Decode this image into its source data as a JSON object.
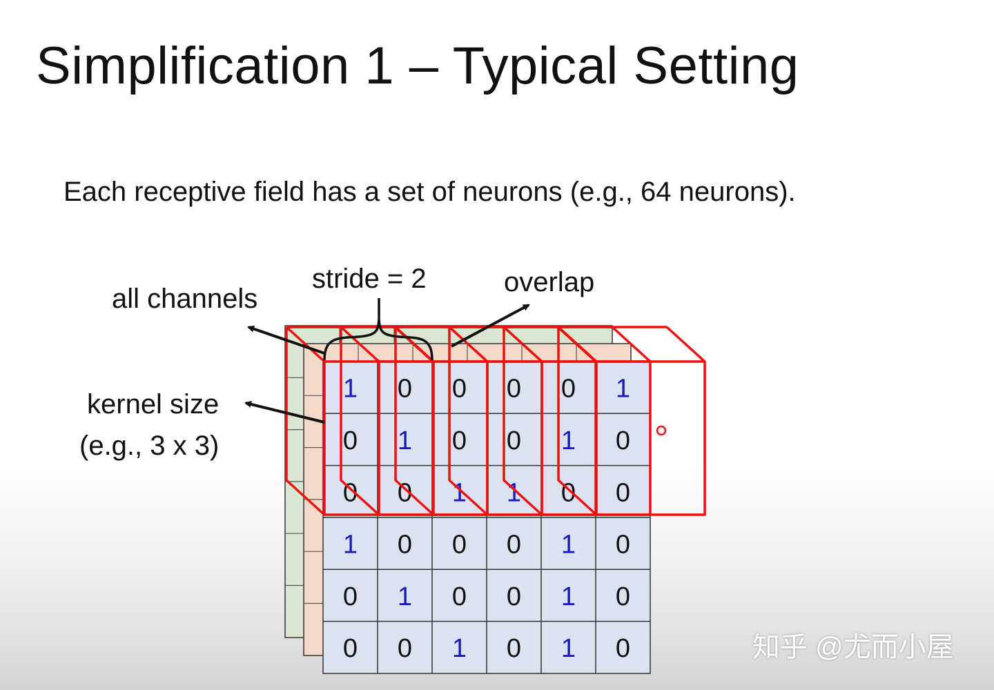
{
  "slide": {
    "title": "Simplification 1 – Typical Setting",
    "subtitle": "Each receptive field has a set of neurons (e.g., 64 neurons)."
  },
  "labels": {
    "stride": "stride = 2",
    "overlap": "overlap",
    "all_channels": "all channels",
    "kernel_size": "kernel size",
    "kernel_example": "(e.g., 3 x 3)"
  },
  "matrix": [
    [
      1,
      0,
      0,
      0,
      0,
      1
    ],
    [
      0,
      1,
      0,
      0,
      1,
      0
    ],
    [
      0,
      0,
      1,
      1,
      0,
      0
    ],
    [
      1,
      0,
      0,
      0,
      1,
      0
    ],
    [
      0,
      1,
      0,
      0,
      1,
      0
    ],
    [
      0,
      0,
      1,
      0,
      1,
      0
    ]
  ],
  "colors": {
    "front_channel": "#dae3ef",
    "middle_channel": "#f3d9c9",
    "back_channel": "#d8e6d2",
    "receptive_field": "#ee1111",
    "one_digit": "#1a1ab8",
    "zero_digit": "#111111"
  },
  "watermark": "知乎 @尤而小屋"
}
